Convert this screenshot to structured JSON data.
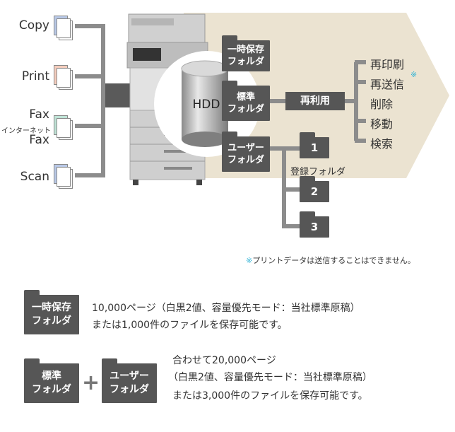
{
  "sources": {
    "copy": "Copy",
    "print": "Print",
    "fax": "Fax",
    "inet_small": "インターネット",
    "inet_fax": "Fax",
    "scan": "Scan"
  },
  "colors": {
    "copy": "#b9c9e8",
    "print": "#f5cdbd",
    "fax": "#bfe3d6",
    "scan": "#b9c9e8",
    "arrow_bg": "#ebe3d1",
    "folder": "#565656",
    "note_mark": "#2fb3d6"
  },
  "hdd": {
    "label": "HDD"
  },
  "folders": {
    "temp": "一時保存\nフォルダ",
    "standard": "標準\nフォルダ",
    "user": "ユーザー\nフォルダ",
    "reuse": "再利用",
    "user1": "1",
    "user2": "2",
    "user3": "3",
    "registered": "登録フォルダ"
  },
  "actions": {
    "reprint": "再印刷",
    "resend": "再送信",
    "resend_mark": "※",
    "delete": "削除",
    "move": "移動",
    "search": "検索"
  },
  "note": {
    "mark": "※",
    "text": "プリントデータは送信することはできません。"
  },
  "legend": {
    "temp_folder": "一時保存\nフォルダ",
    "temp_desc_1": "10,000ページ（白黒2値、容量優先モード：当社標準原稿）",
    "temp_desc_2": "または1,000件のファイルを保存可能です。",
    "std_folder": "標準\nフォルダ",
    "plus": "+",
    "user_folder": "ユーザー\nフォルダ",
    "combo_desc_1": "合わせて20,000ページ",
    "combo_desc_2": "（白黒2値、容量優先モード：当社標準原稿）",
    "combo_desc_3": "または3,000件のファイルを保存可能です。"
  }
}
